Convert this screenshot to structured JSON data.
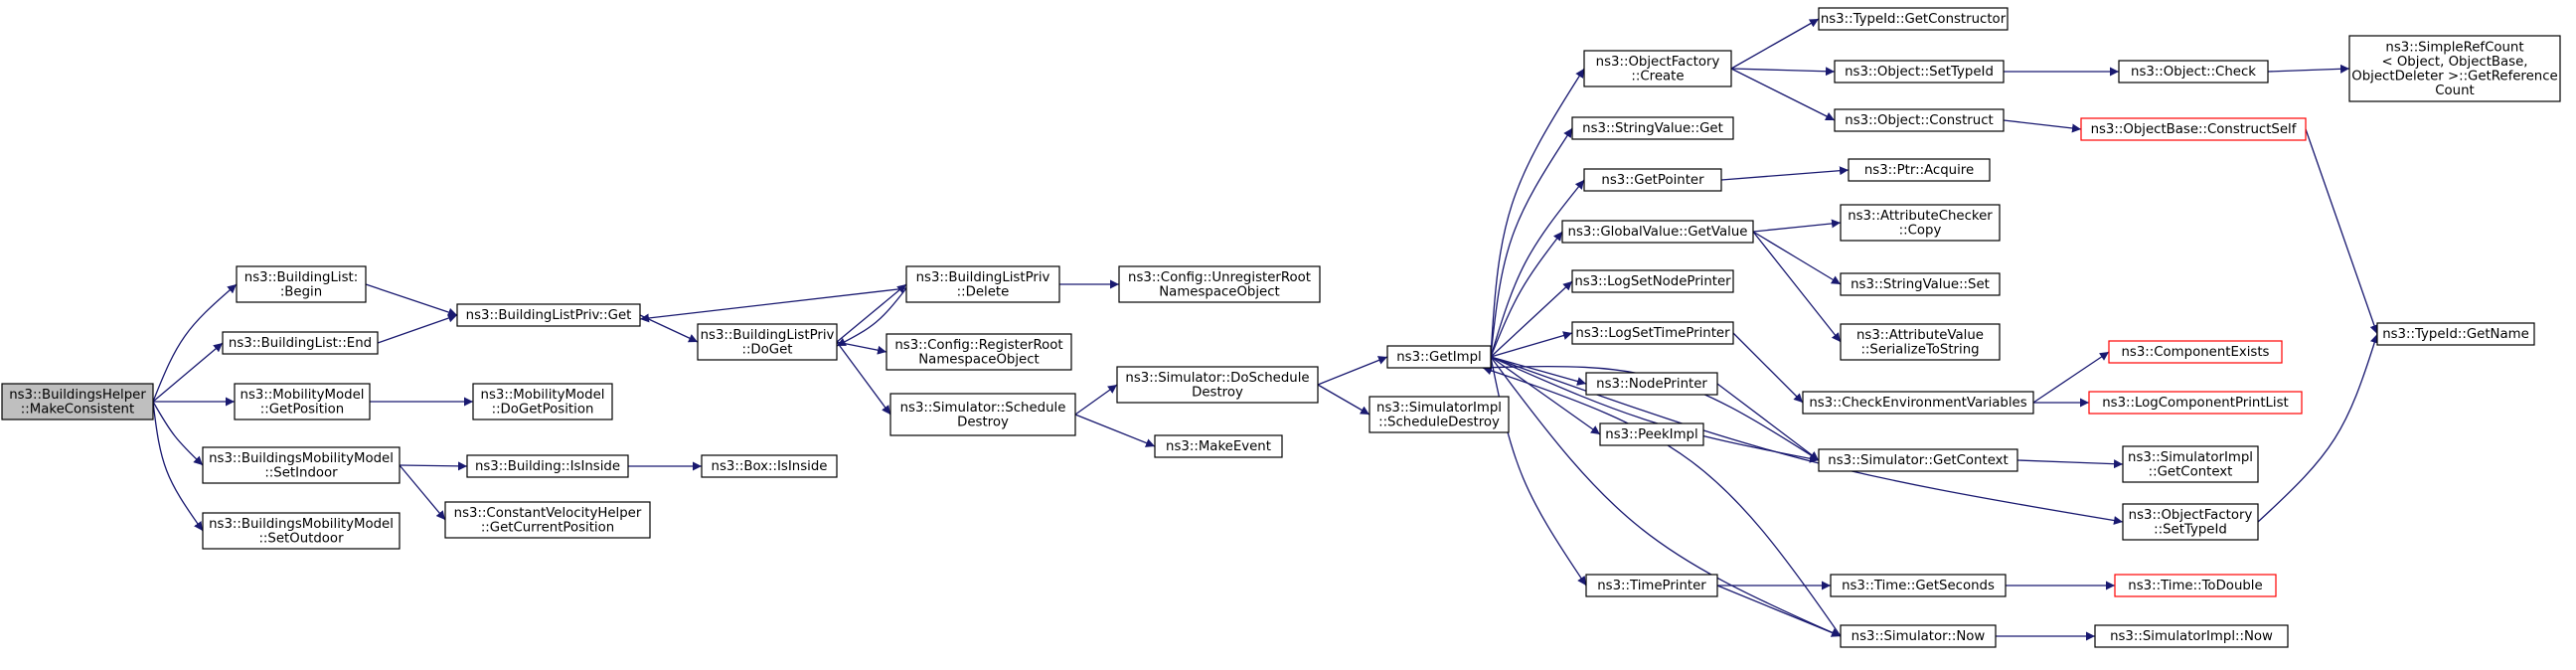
{
  "colors": {
    "edge": "#191970",
    "node_border": "#000000",
    "node_border_truncated": "#ff0000",
    "node_fill": "#ffffff",
    "root_fill": "#bfbfbf"
  },
  "nodes": [
    {
      "id": "n0",
      "lines": [
        "ns3::BuildingsHelper",
        "::MakeConsistent"
      ],
      "style": "root"
    },
    {
      "id": "n1",
      "lines": [
        "ns3::BuildingList:",
        ":Begin"
      ]
    },
    {
      "id": "n2",
      "lines": [
        "ns3::BuildingList::End"
      ]
    },
    {
      "id": "n3",
      "lines": [
        "ns3::MobilityModel",
        "::GetPosition"
      ]
    },
    {
      "id": "n4",
      "lines": [
        "ns3::BuildingsMobilityModel",
        "::SetIndoor"
      ]
    },
    {
      "id": "n5",
      "lines": [
        "ns3::BuildingsMobilityModel",
        "::SetOutdoor"
      ]
    },
    {
      "id": "n6",
      "lines": [
        "ns3::BuildingListPriv::Get"
      ]
    },
    {
      "id": "n7",
      "lines": [
        "ns3::MobilityModel",
        "::DoGetPosition"
      ]
    },
    {
      "id": "n8",
      "lines": [
        "ns3::Building::IsInside"
      ]
    },
    {
      "id": "n9",
      "lines": [
        "ns3::ConstantVelocityHelper",
        "::GetCurrentPosition"
      ]
    },
    {
      "id": "n10",
      "lines": [
        "ns3::BuildingListPriv",
        "::DoGet"
      ]
    },
    {
      "id": "n11",
      "lines": [
        "ns3::BuildingListPriv",
        "::Delete"
      ]
    },
    {
      "id": "n12",
      "lines": [
        "ns3::Config::RegisterRoot",
        "NamespaceObject"
      ]
    },
    {
      "id": "n13",
      "lines": [
        "ns3::Simulator::Schedule",
        "Destroy"
      ]
    },
    {
      "id": "n14",
      "lines": [
        "ns3::Config::UnregisterRoot",
        "NamespaceObject"
      ]
    },
    {
      "id": "n15",
      "lines": [
        "ns3::Box::IsInside"
      ]
    },
    {
      "id": "n16",
      "lines": [
        "ns3::Simulator::DoSchedule",
        "Destroy"
      ]
    },
    {
      "id": "n17",
      "lines": [
        "ns3::MakeEvent"
      ]
    },
    {
      "id": "n18",
      "lines": [
        "ns3::GetImpl"
      ]
    },
    {
      "id": "n19",
      "lines": [
        "ns3::SimulatorImpl",
        "::ScheduleDestroy"
      ]
    },
    {
      "id": "n20",
      "lines": [
        "ns3::ObjectFactory",
        "::Create"
      ]
    },
    {
      "id": "n21",
      "lines": [
        "ns3::StringValue::Get"
      ]
    },
    {
      "id": "n22",
      "lines": [
        "ns3::GetPointer"
      ]
    },
    {
      "id": "n23",
      "lines": [
        "ns3::GlobalValue::GetValue"
      ]
    },
    {
      "id": "n24",
      "lines": [
        "ns3::LogSetNodePrinter"
      ]
    },
    {
      "id": "n25",
      "lines": [
        "ns3::LogSetTimePrinter"
      ]
    },
    {
      "id": "n26",
      "lines": [
        "ns3::NodePrinter"
      ]
    },
    {
      "id": "n27",
      "lines": [
        "ns3::PeekImpl"
      ]
    },
    {
      "id": "n28",
      "lines": [
        "ns3::TimePrinter"
      ]
    },
    {
      "id": "n29",
      "lines": [
        "ns3::TypeId::GetConstructor"
      ]
    },
    {
      "id": "n30",
      "lines": [
        "ns3::Object::SetTypeId"
      ]
    },
    {
      "id": "n31",
      "lines": [
        "ns3::Object::Construct"
      ]
    },
    {
      "id": "n32",
      "lines": [
        "ns3::Ptr::Acquire"
      ]
    },
    {
      "id": "n33",
      "lines": [
        "ns3::AttributeChecker",
        "::Copy"
      ]
    },
    {
      "id": "n34",
      "lines": [
        "ns3::StringValue::Set"
      ]
    },
    {
      "id": "n35",
      "lines": [
        "ns3::AttributeValue",
        "::SerializeToString"
      ]
    },
    {
      "id": "n36",
      "lines": [
        "ns3::CheckEnvironmentVariables"
      ]
    },
    {
      "id": "n37",
      "lines": [
        "ns3::Simulator::GetContext"
      ]
    },
    {
      "id": "n38",
      "lines": [
        "ns3::ObjectFactory",
        "::SetTypeId"
      ]
    },
    {
      "id": "n39",
      "lines": [
        "ns3::Time::GetSeconds"
      ]
    },
    {
      "id": "n40",
      "lines": [
        "ns3::Simulator::Now"
      ]
    },
    {
      "id": "n41",
      "lines": [
        "ns3::Object::Check"
      ]
    },
    {
      "id": "n42",
      "lines": [
        "ns3::ObjectBase::ConstructSelf"
      ],
      "style": "truncated"
    },
    {
      "id": "n43",
      "lines": [
        "ns3::ComponentExists"
      ],
      "style": "truncated"
    },
    {
      "id": "n44",
      "lines": [
        "ns3::LogComponentPrintList"
      ],
      "style": "truncated"
    },
    {
      "id": "n45",
      "lines": [
        "ns3::SimulatorImpl",
        "::GetContext"
      ]
    },
    {
      "id": "n46",
      "lines": [
        "ns3::Time::ToDouble"
      ],
      "style": "truncated"
    },
    {
      "id": "n47",
      "lines": [
        "ns3::SimulatorImpl::Now"
      ]
    },
    {
      "id": "n48",
      "lines": [
        "ns3::SimpleRefCount",
        "< Object, ObjectBase,",
        " ObjectDeleter >::GetReference",
        "Count"
      ]
    },
    {
      "id": "n49",
      "lines": [
        "ns3::TypeId::GetName"
      ]
    }
  ],
  "edges": [
    [
      "n0",
      "n1"
    ],
    [
      "n0",
      "n2"
    ],
    [
      "n0",
      "n3"
    ],
    [
      "n0",
      "n4"
    ],
    [
      "n0",
      "n5"
    ],
    [
      "n1",
      "n6"
    ],
    [
      "n2",
      "n6"
    ],
    [
      "n3",
      "n7"
    ],
    [
      "n4",
      "n8"
    ],
    [
      "n4",
      "n9"
    ],
    [
      "n6",
      "n10"
    ],
    [
      "n8",
      "n15"
    ],
    [
      "n10",
      "n11"
    ],
    [
      "n10",
      "n12"
    ],
    [
      "n10",
      "n13"
    ],
    [
      "n11",
      "n6"
    ],
    [
      "n11",
      "n10"
    ],
    [
      "n11",
      "n14"
    ],
    [
      "n13",
      "n16"
    ],
    [
      "n13",
      "n17"
    ],
    [
      "n16",
      "n18"
    ],
    [
      "n16",
      "n19"
    ],
    [
      "n18",
      "n20"
    ],
    [
      "n18",
      "n21"
    ],
    [
      "n18",
      "n22"
    ],
    [
      "n18",
      "n23"
    ],
    [
      "n18",
      "n24"
    ],
    [
      "n18",
      "n25"
    ],
    [
      "n18",
      "n26"
    ],
    [
      "n18",
      "n27"
    ],
    [
      "n18",
      "n28"
    ],
    [
      "n18",
      "n37"
    ],
    [
      "n18",
      "n38"
    ],
    [
      "n18",
      "n40"
    ],
    [
      "n20",
      "n29"
    ],
    [
      "n20",
      "n30"
    ],
    [
      "n20",
      "n31"
    ],
    [
      "n22",
      "n32"
    ],
    [
      "n23",
      "n33"
    ],
    [
      "n23",
      "n34"
    ],
    [
      "n23",
      "n35"
    ],
    [
      "n25",
      "n36"
    ],
    [
      "n26",
      "n37"
    ],
    [
      "n28",
      "n39"
    ],
    [
      "n28",
      "n40"
    ],
    [
      "n30",
      "n41"
    ],
    [
      "n31",
      "n42"
    ],
    [
      "n36",
      "n43"
    ],
    [
      "n36",
      "n44"
    ],
    [
      "n37",
      "n45"
    ],
    [
      "n37",
      "n18"
    ],
    [
      "n39",
      "n46"
    ],
    [
      "n40",
      "n47"
    ],
    [
      "n40",
      "n18"
    ],
    [
      "n41",
      "n48"
    ],
    [
      "n42",
      "n49"
    ],
    [
      "n38",
      "n49"
    ]
  ]
}
